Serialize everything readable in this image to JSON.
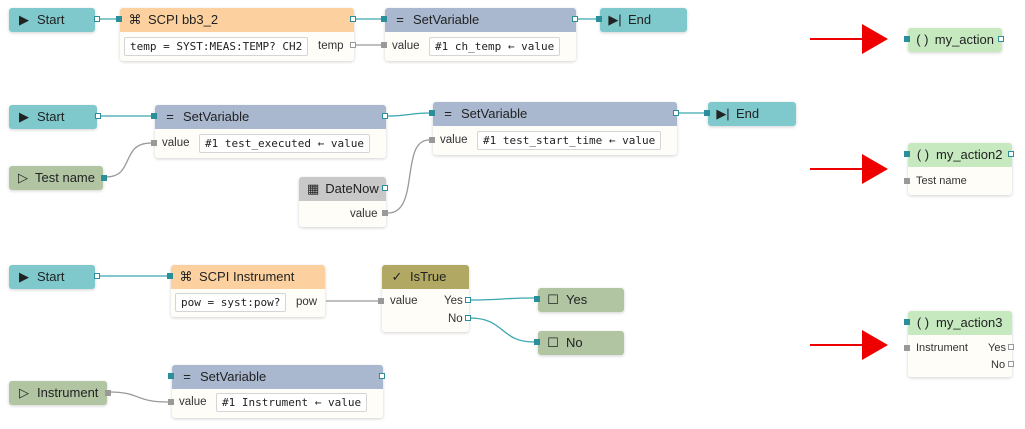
{
  "colors": {
    "start": "#7fc9cc",
    "scpi": "#fcd19f",
    "setvariable": "#a9b8cf",
    "action": "#c6e9c0",
    "input": "#b1c5a3",
    "datenow": "#c8c8c8",
    "istrue": "#b1a963",
    "wire": "#3aa6b0",
    "data_wire": "#999999",
    "arrow": "#e00000"
  },
  "flows": [
    {
      "start": "Start",
      "scpi": {
        "title": "SCPI bb3_2",
        "expr": "temp = SYST:MEAS:TEMP? CH2",
        "out": "temp"
      },
      "setvar": {
        "title": "SetVariable",
        "in": "value",
        "expr": "#1 ch_temp  ←  value"
      },
      "end": "End",
      "action": {
        "title": "my_action"
      }
    },
    {
      "start": "Start",
      "setvar1": {
        "title": "SetVariable",
        "in": "value",
        "expr": "#1 test_executed  ←  value"
      },
      "setvar2": {
        "title": "SetVariable",
        "in": "value",
        "expr": "#1 test_start_time  ←  value"
      },
      "end": "End",
      "input": "Test name",
      "datenow": {
        "title": "DateNow",
        "out": "value"
      },
      "action": {
        "title": "my_action2",
        "inputs": [
          "Test name"
        ]
      }
    },
    {
      "start": "Start",
      "scpi": {
        "title": "SCPI Instrument",
        "expr": "pow = syst:pow?",
        "out": "pow"
      },
      "istrue": {
        "title": "IsTrue",
        "in": "value",
        "yes": "Yes",
        "no": "No"
      },
      "yes_node": "Yes",
      "no_node": "No",
      "input": "Instrument",
      "setvar": {
        "title": "SetVariable",
        "in": "value",
        "expr": "#1 Instrument  ←  value"
      },
      "action": {
        "title": "my_action3",
        "inputs": [
          "Instrument"
        ],
        "outputs": [
          "Yes",
          "No"
        ]
      }
    }
  ]
}
